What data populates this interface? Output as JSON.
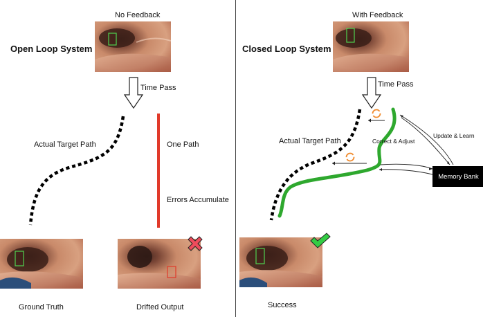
{
  "left": {
    "header": "No Feedback",
    "title": "Open Loop System",
    "time_pass": "Time Pass",
    "actual_target_path": "Actual Target Path",
    "one_path": "One Path",
    "errors_accumulate": "Errors Accumulate",
    "ground_truth": "Ground Truth",
    "drifted_output": "Drifted Output"
  },
  "right": {
    "header": "With Feedback",
    "title": "Closed Loop System",
    "time_pass": "Time Pass",
    "actual_target_path": "Actual Target Path",
    "correct_adjust": "Correct & Adjust",
    "update_learn": "Update & Learn",
    "memory_bank": "Memory Bank",
    "success": "Success"
  },
  "colors": {
    "target_box": "#4fd14f",
    "drift_box": "#e03a2a",
    "error_line": "#e13a2a",
    "green_path": "#2ea82e",
    "cross": "#ee4c5c",
    "check": "#33cc44",
    "refresh": "#f08a2c"
  },
  "icons": [
    "down-arrow-icon",
    "cross-icon",
    "check-icon",
    "refresh-icon"
  ]
}
